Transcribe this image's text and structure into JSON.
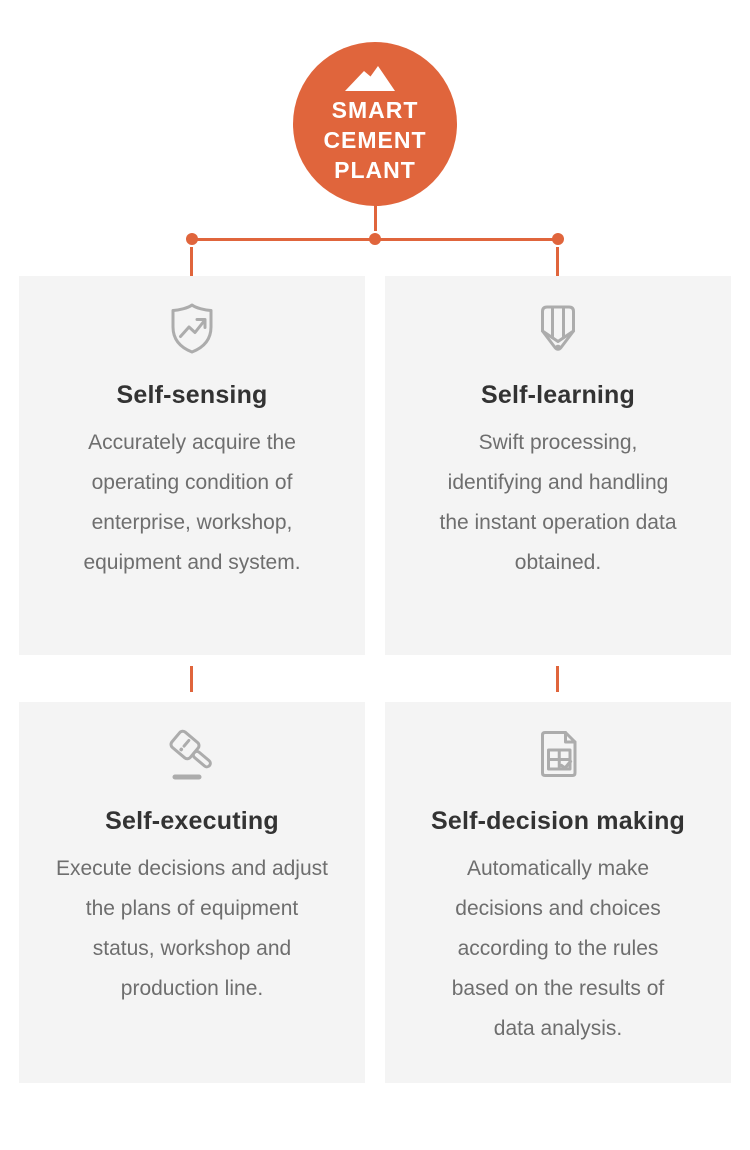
{
  "hub": {
    "label": "SMART\nCEMENT\nPLANT",
    "icon": "mountain-icon"
  },
  "colors": {
    "accent": "#E0653C",
    "card_background": "#F4F4F4",
    "title_text": "#333333",
    "body_text": "#6E6E6E",
    "icon_gray": "#ACACAC",
    "hub_text": "#FFFFFF"
  },
  "cards": [
    {
      "id": "self-sensing",
      "icon": "shield-trend-icon",
      "title": "Self-sensing",
      "body": "Accurately acquire the\noperating condition of\nenterprise, workshop,\nequipment and system."
    },
    {
      "id": "self-learning",
      "icon": "pencil-badge-icon",
      "title": "Self-learning",
      "body": "Swift processing,\nidentifying and handling\nthe instant operation data\nobtained."
    },
    {
      "id": "self-executing",
      "icon": "gavel-icon",
      "title": "Self-executing",
      "body": "Execute decisions and adjust\nthe plans of equipment\nstatus, workshop and\nproduction line."
    },
    {
      "id": "self-decision-making",
      "icon": "document-table-check-icon",
      "title": "Self-decision making",
      "body": "Automatically make\ndecisions and choices\naccording to the rules\nbased on the results of\ndata analysis."
    }
  ]
}
